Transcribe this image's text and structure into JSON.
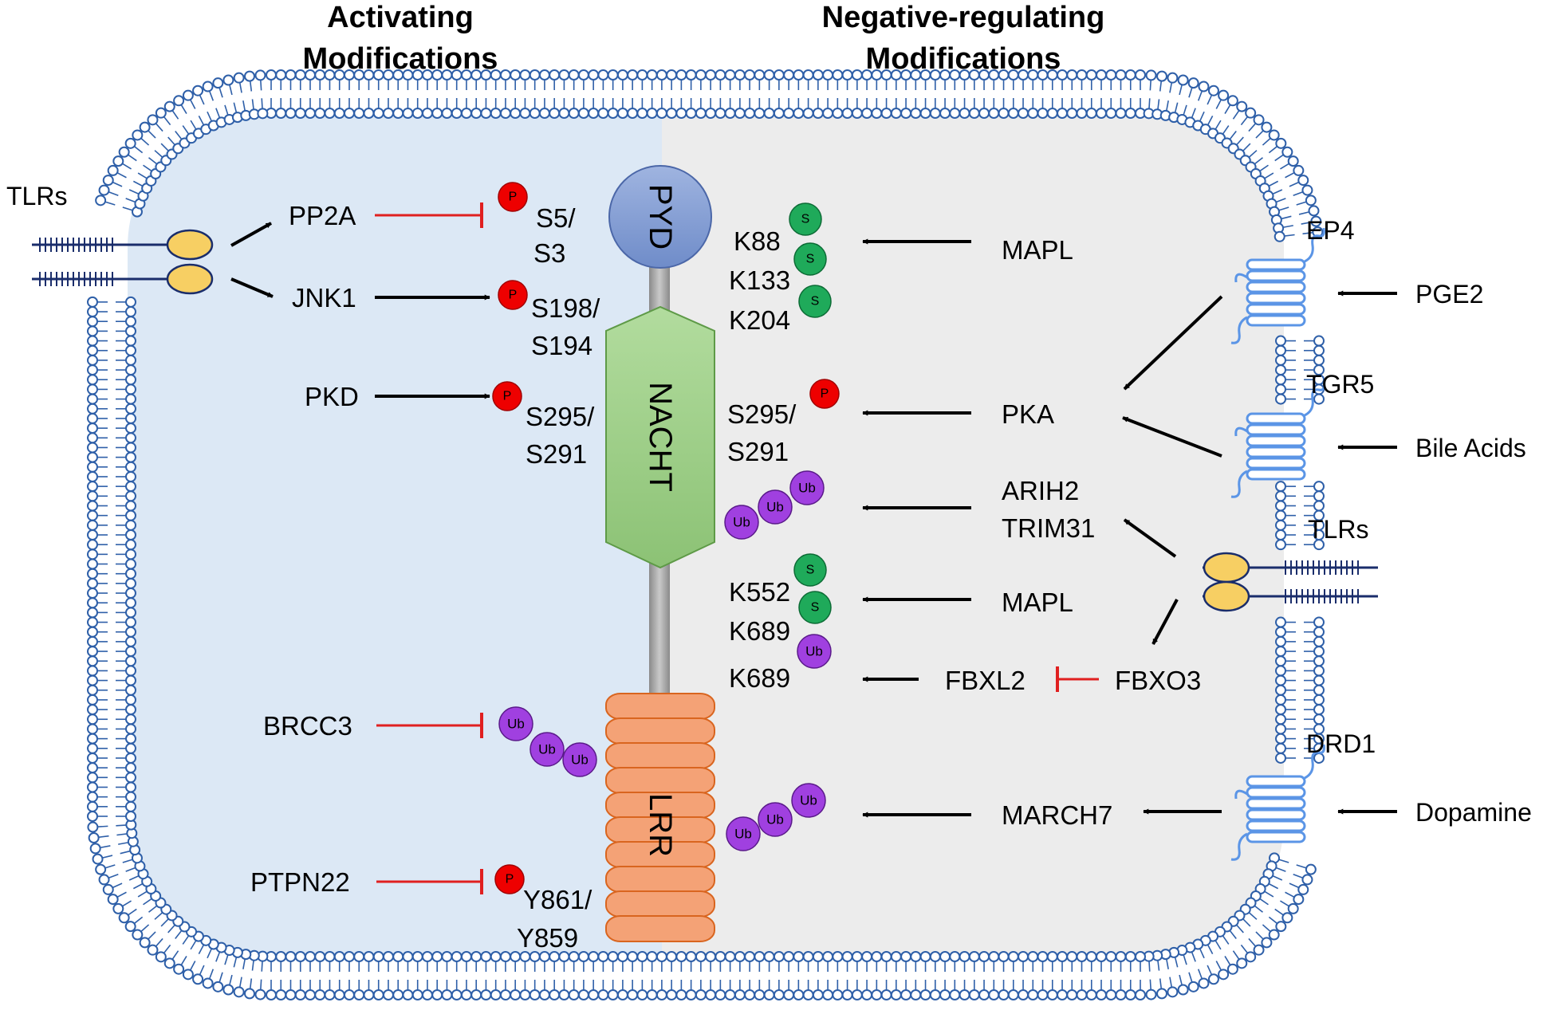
{
  "headers": {
    "activating": [
      "Activating",
      "Modifications"
    ],
    "negative": [
      "Negative-regulating",
      "Modifications"
    ]
  },
  "domains": {
    "pyd": "PYD",
    "nacht": "NACHT",
    "lrr": "LRR"
  },
  "badges": {
    "phospho": "P",
    "sumo": "S",
    "ubiquitin": "Ub"
  },
  "receptors": {
    "tlrs_left": "TLRs",
    "tlrs_right": "TLRs",
    "ep4": "EP4",
    "tgr5": "TGR5",
    "drd1": "DRD1"
  },
  "ligands": {
    "pge2": "PGE2",
    "bile_acids": "Bile Acids",
    "dopamine": "Dopamine"
  },
  "activating": {
    "pp2a": "PP2A",
    "jnk1": "JNK1",
    "pkd": "PKD",
    "brcc3": "BRCC3",
    "ptpn22": "PTPN22",
    "site_s5": [
      "S5/",
      "S3"
    ],
    "site_s198": [
      "S198/",
      "S194"
    ],
    "site_s295": [
      "S295/",
      "S291"
    ],
    "site_y861": [
      "Y861/",
      "Y859"
    ]
  },
  "negative": {
    "mapl_top": "MAPL",
    "pka": "PKA",
    "arih2": "ARIH2",
    "trim31": "TRIM31",
    "mapl_mid": "MAPL",
    "fbxl2": "FBXL2",
    "fbxo3": "FBXO3",
    "march7": "MARCH7",
    "site_k88": "K88",
    "site_k133": "K133",
    "site_k204": "K204",
    "site_s295": [
      "S295/",
      "S291"
    ],
    "site_k552": "K552",
    "site_k689a": "K689",
    "site_k689b": "K689"
  },
  "colors": {
    "membrane": "#2e5fa8",
    "activating_bg": "#dce8f5",
    "negative_bg": "#ececec",
    "inhibition": "#e02020",
    "phospho": "#ee0000",
    "sumo": "#1faa5a",
    "ubiquitin": "#a040e0",
    "pyd": "#8aa2d6",
    "nacht": "#9ccf86",
    "lrr": "#f4a276",
    "gpcr": "#5b95e6"
  }
}
